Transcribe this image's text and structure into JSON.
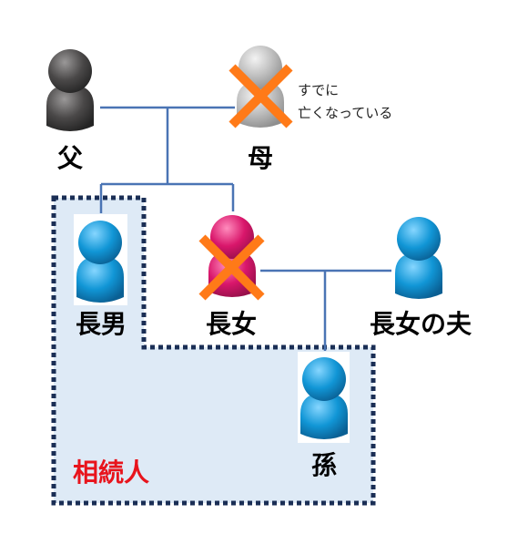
{
  "colors": {
    "connector": "#4a74b4",
    "region_fill": "#deeaf6",
    "region_border": "#1a2e55",
    "cross": "#ff7a18",
    "heirs_label": "#e8141c",
    "father": "#4a4848",
    "mother": "#bdbdbd",
    "eldest_daughter": "#d9166b",
    "blue_person": "#1196d6"
  },
  "people": {
    "father": {
      "label": "父",
      "icon": "person-icon"
    },
    "mother": {
      "label": "母",
      "icon": "person-icon",
      "crossed": true,
      "note_lines": [
        "すでに",
        "亡くなっている"
      ]
    },
    "eldest_son": {
      "label": "長男",
      "icon": "person-icon"
    },
    "eldest_daughter": {
      "label": "長女",
      "icon": "person-icon",
      "crossed": true
    },
    "daughters_husband": {
      "label": "長女の夫",
      "icon": "person-icon"
    },
    "grandchild": {
      "label": "孫",
      "icon": "person-icon"
    }
  },
  "heirs_region": {
    "label": "相続人"
  }
}
